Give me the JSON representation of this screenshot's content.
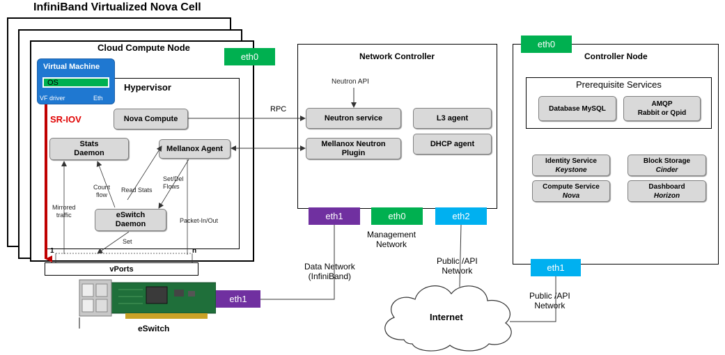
{
  "title": "InfiniBand Virtualized Nova Cell",
  "compute": {
    "title": "Cloud Compute Node",
    "eth0": "eth0",
    "vm": {
      "title": "Virtual Machine",
      "os": "OS",
      "vf_driver": "VF driver",
      "eth": "Eth"
    },
    "sriov": "SR-IOV",
    "hypervisor": "Hypervisor",
    "nova_compute": "Nova Compute",
    "stats_daemon_l1": "Stats",
    "stats_daemon_l2": "Daemon",
    "mellanox_agent": "Mellanox Agent",
    "eswitch_daemon_l1": "eSwitch",
    "eswitch_daemon_l2": "Daemon",
    "labels": {
      "count_flow_l1": "Count",
      "count_flow_l2": "flow",
      "read_stats": "Read Stats",
      "set_del_l1": "Set/Del",
      "set_del_l2": "Flows",
      "mirrored_l1": "Mirrored",
      "mirrored_l2": "traffic",
      "packet_in_out": "Packet-In/Out",
      "set": "Set",
      "port_first": "1",
      "port_last": "n"
    },
    "vports": "vPorts",
    "eswitch": "eSwitch",
    "eth1": "eth1"
  },
  "rpc": "RPC",
  "network_controller": {
    "title": "Network Controller",
    "neutron_api": "Neutron API",
    "neutron_service": "Neutron  service",
    "mellanox_plugin_l1": "Mellanox Neutron",
    "mellanox_plugin_l2": "Plugin",
    "l3_agent": "L3 agent",
    "dhcp_agent": "DHCP agent",
    "eth1": "eth1",
    "eth0": "eth0",
    "eth2": "eth2"
  },
  "networks": {
    "management_l1": "Management",
    "management_l2": "Network",
    "data_l1": "Data Network",
    "data_l2": "(InfiniBand)",
    "public_nc_l1": "Public /API",
    "public_nc_l2": "Network",
    "public_ctl_l1": "Public /API",
    "public_ctl_l2": "Network",
    "internet": "Internet"
  },
  "controller": {
    "title": "Controller Node",
    "eth0": "eth0",
    "eth1": "eth1",
    "prereq_title": "Prerequisite Services",
    "database": "Database MySQL",
    "amqp_l1": "AMQP",
    "amqp_l2": "Rabbit or Qpid",
    "identity_l1": "Identity Service",
    "identity_l2": "Keystone",
    "block_l1": "Block Storage",
    "block_l2": "Cinder",
    "compute_l1": "Compute Service",
    "compute_l2": "Nova",
    "dashboard_l1": "Dashboard",
    "dashboard_l2": "Horizon"
  },
  "colors": {
    "eth_green": "#00b050",
    "eth_purple": "#7030a0",
    "eth_blue": "#00b0f0",
    "vm_blue": "#1f78d1",
    "sriov_red": "#c00000",
    "box_gray": "#d9d9d9"
  },
  "icons": {
    "network_card": "network-card-icon",
    "cloud": "cloud-icon"
  }
}
